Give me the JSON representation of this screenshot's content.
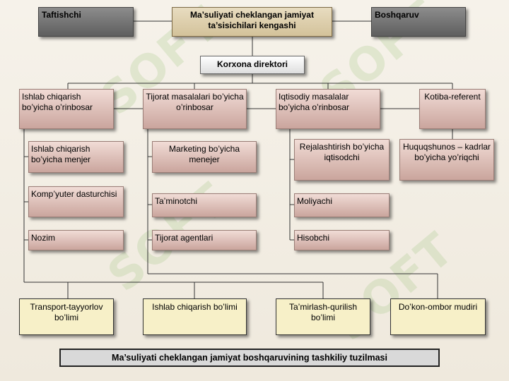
{
  "nodes": {
    "taftishchi": "Taftishchi",
    "kengash": "Ma’suliyati cheklangan jamiyat ta’sisichilari kengashi",
    "boshqaruv": "Boshqaruv",
    "direktor": "Korxona direktori",
    "ishlab_orinbosar": "Ishlab chiqarish bo’yicha o’rinbosar",
    "tijorat_orinbosar": "Tijorat masalalari bo’yicha o’rinbosar",
    "iqtisodiy_orinbosar": "Iqtisodiy masalalar bo’yicha o’rinbosar",
    "kotiba": "Kotiba-referent",
    "ishlab_menjer": "Ishlab chiqarish bo’yicha menjer",
    "dasturchi": "Komp’yuter dasturchisi",
    "nozim": "Nozim",
    "marketing": "Marketing bo’yicha menejer",
    "taminotchi": "Ta’minotchi",
    "tijorat_agentlari": "Tijorat agentlari",
    "rejalashtirish": "Rejalashtirish bo’yicha iqtisodchi",
    "moliyachi": "Moliyachi",
    "hisobchi": "Hisobchi",
    "huquqshunos": "Huquqshunos – kadrlar bo’yicha yo’riqchi",
    "transport": "Transport-tayyorlov bo’limi",
    "ishlab_bolimi": "Ishlab chiqarish bo’limi",
    "tamirlash": "Ta’mirlash-qurilish bo’limi",
    "dokon": "Do’kon-ombor mudiri"
  },
  "caption": "Ma’suliyati cheklangan jamiyat boshqaruvining tashkiliy tuzilmasi",
  "watermark": "SOFT",
  "colors": {
    "background": "#f3eee4",
    "grey_box": "#707070",
    "tan_box": "#ddcfae",
    "rose_box": "#dbbfb8",
    "cream_box": "#f7f0c8",
    "line": "#333333"
  }
}
